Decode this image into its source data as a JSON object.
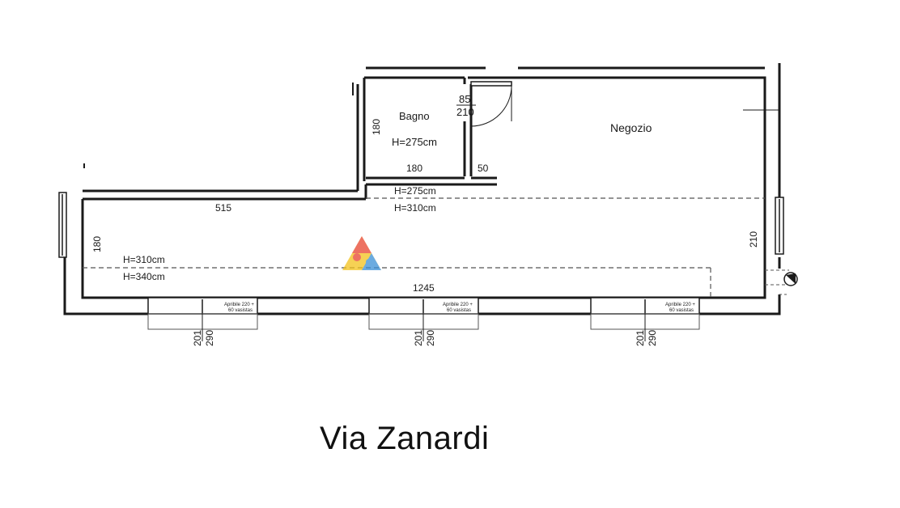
{
  "rooms": {
    "bagno": "Bagno",
    "bagno_height": "H=275cm",
    "negozio": "Negozio"
  },
  "door": {
    "width": "85",
    "height": "210"
  },
  "dimensions": {
    "bagno_left": "180",
    "bagno_bottom": "180",
    "wall_stub": "50",
    "front_length": "515",
    "left_depth": "180",
    "right_depth": "210",
    "total_length": "1245",
    "ceiling_275": "H=275cm",
    "ceiling_310_upper": "H=310cm",
    "ceiling_310_lower": "H=310cm",
    "ceiling_340": "H=340cm"
  },
  "windows": [
    {
      "note_line1": "Apribile 220 +",
      "note_line2": "60 vasistas",
      "dim_a": "201",
      "dim_b": "290"
    },
    {
      "note_line1": "Apribile 220 +",
      "note_line2": "60 vasistas",
      "dim_a": "201",
      "dim_b": "290"
    },
    {
      "note_line1": "Apribile 220 +",
      "note_line2": "60 vasistas",
      "dim_a": "201",
      "dim_b": "290"
    }
  ],
  "street": "Via Zanardi",
  "colors": {
    "wall": "#1a1a1a",
    "dashed": "#555555",
    "logo_red": "#e8432e",
    "logo_blue": "#3a8fd6",
    "logo_yellow": "#f3c21b"
  }
}
